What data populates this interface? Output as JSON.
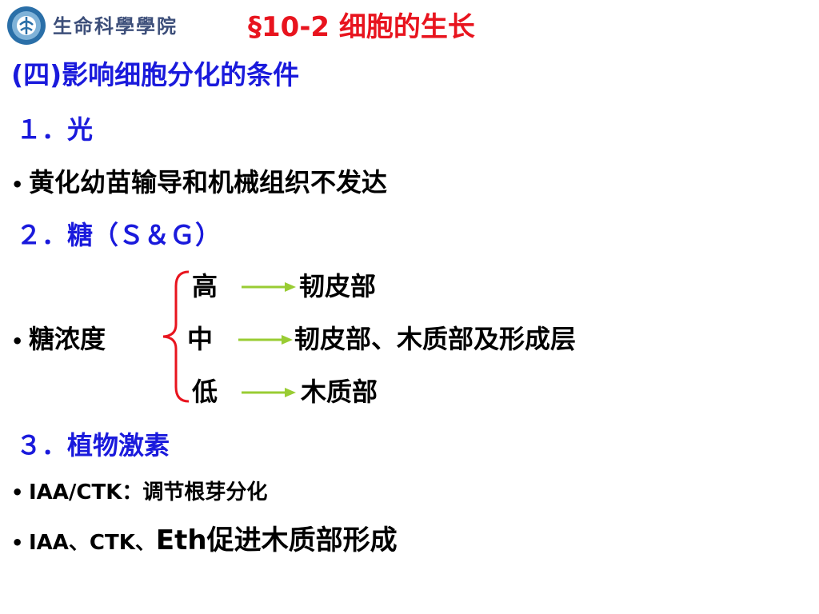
{
  "logo": {
    "text": "生命科學學院",
    "colors": {
      "seal_outer": "#2a6fa8",
      "seal_inner": "#7fb2d8",
      "text": "#3d4f7a"
    }
  },
  "slide": {
    "title": "§10-2  细胞的生长",
    "section_heading": "(四)影响细胞分化的条件"
  },
  "items": {
    "light": {
      "label": "１．光",
      "bullet": "黄化幼苗输导和机械组织不发达"
    },
    "sugar": {
      "label": "２．糖（Ｓ＆Ｇ）",
      "bullet_lead": "糖浓度",
      "levels": [
        {
          "level": "高",
          "result": "韧皮部"
        },
        {
          "level": "中",
          "result": "韧皮部、木质部及形成层"
        },
        {
          "level": "低",
          "result": "木质部"
        }
      ]
    },
    "hormones": {
      "label": "３．植物激素",
      "bullet1": "IAA/CTK：调节根芽分化",
      "bullet2_small": "IAA、CTK、",
      "bullet2_large": "Eth促进木质部形成"
    }
  },
  "bullet_symbol": "•",
  "colors": {
    "heading_blue": "#1a1adc",
    "title_red": "#e8141e",
    "body_black": "#000000",
    "arrow_green": "#99cc33"
  }
}
